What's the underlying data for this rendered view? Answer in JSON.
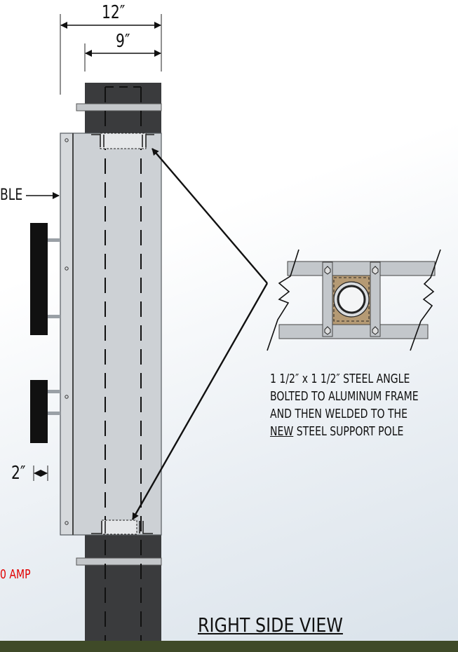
{
  "dimensions": {
    "overall_width": "12″",
    "inner_width": "9″",
    "standoff": "2″"
  },
  "labels": {
    "cabinet_label_fragment": "BLE",
    "amp_fragment": "0 AMP",
    "view_title": "RIGHT SIDE VIEW"
  },
  "detail_note": {
    "line1": "1 1/2″ x 1 1/2″ STEEL ANGLE",
    "line2": "BOLTED TO ALUMINUM FRAME",
    "line3": "AND THEN WELDED TO THE",
    "line4_underlined": "NEW",
    "line4_rest": " STEEL SUPPORT POLE"
  },
  "colors": {
    "pole": "#3a3b3d",
    "cabinet": "#cdd1d5",
    "cabinet_edge": "#555a5f",
    "bracket": "#bfc3c7",
    "plate": "#b59a74",
    "red_text": "#e10000",
    "ground": "#3f4a28"
  }
}
